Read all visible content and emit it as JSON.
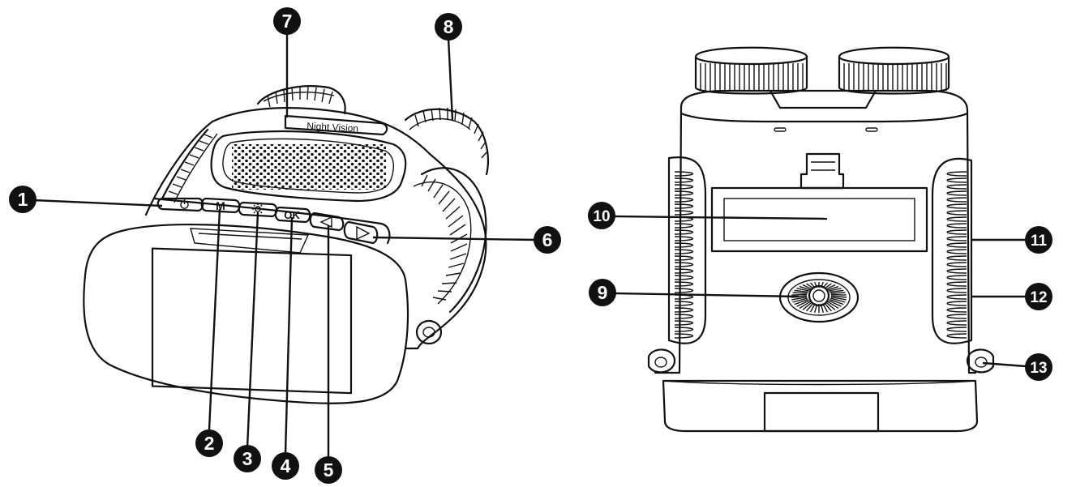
{
  "device_left": {
    "plate_label": "Night Vision",
    "button_labels": {
      "mode": "M",
      "ok": "OK"
    }
  },
  "callouts": [
    {
      "number": "1"
    },
    {
      "number": "2"
    },
    {
      "number": "3"
    },
    {
      "number": "4"
    },
    {
      "number": "5"
    },
    {
      "number": "6"
    },
    {
      "number": "7"
    },
    {
      "number": "8"
    },
    {
      "number": "9"
    },
    {
      "number": "10"
    },
    {
      "number": "11"
    },
    {
      "number": "12"
    },
    {
      "number": "13"
    }
  ]
}
